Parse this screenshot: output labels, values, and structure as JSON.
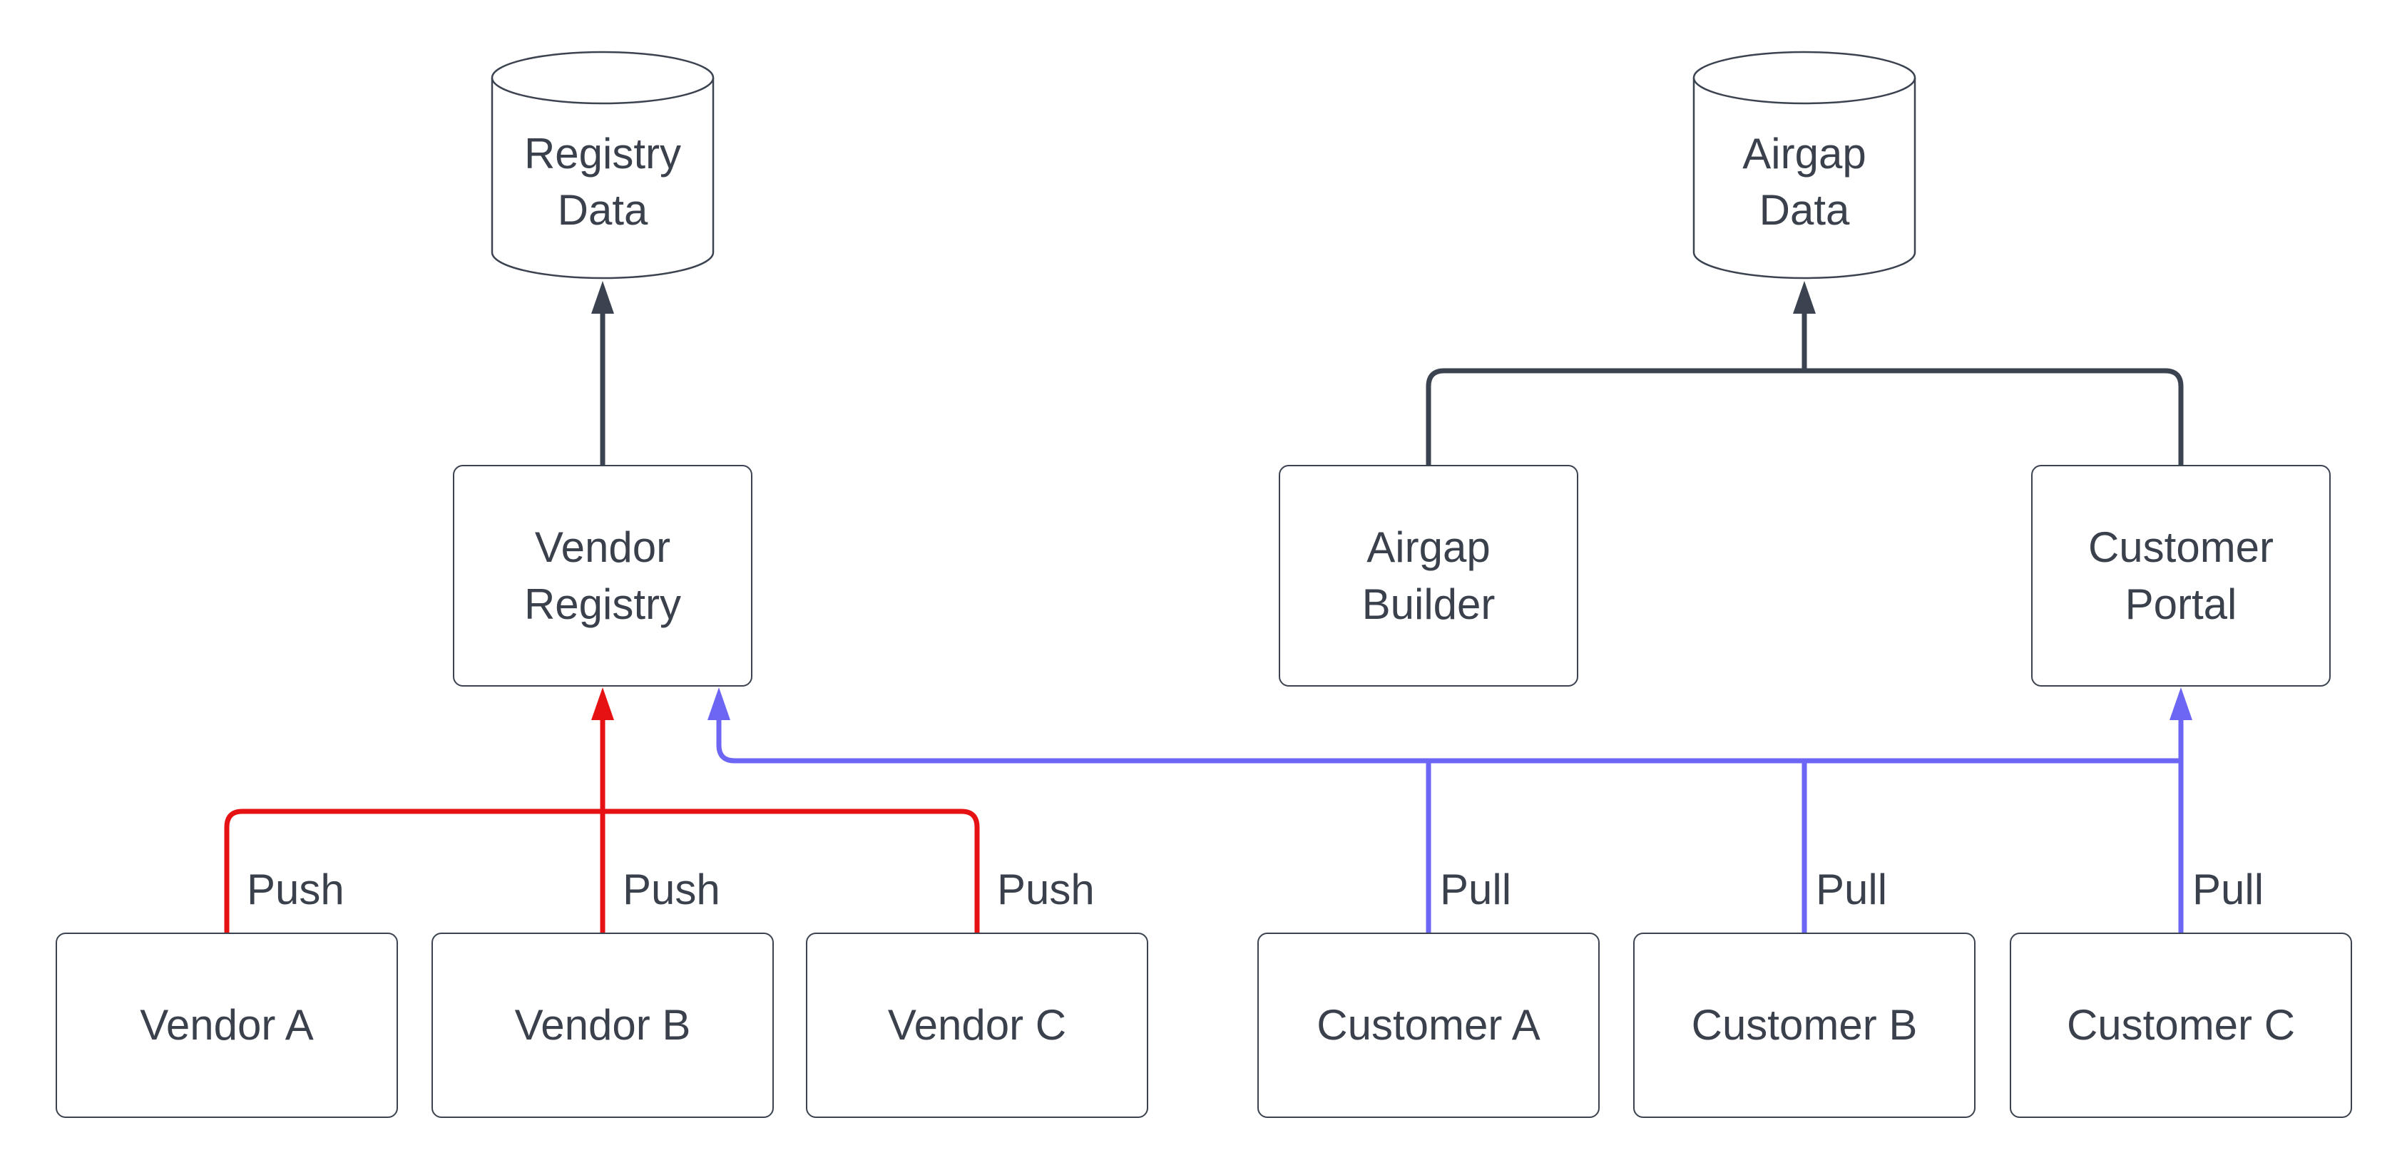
{
  "diagram": {
    "nodes": {
      "registry_data": "Registry\nData",
      "airgap_data": "Airgap\nData",
      "vendor_registry": "Vendor\nRegistry",
      "airgap_builder": "Airgap\nBuilder",
      "customer_portal": "Customer\nPortal",
      "vendor_a": "Vendor A",
      "vendor_b": "Vendor B",
      "vendor_c": "Vendor C",
      "customer_a": "Customer A",
      "customer_b": "Customer B",
      "customer_c": "Customer C"
    },
    "edge_labels": {
      "push_a": "Push",
      "push_b": "Push",
      "push_c": "Push",
      "pull_a": "Pull",
      "pull_b": "Pull",
      "pull_c": "Pull"
    },
    "colors": {
      "push_red": "#e61113",
      "pull_blue": "#6d66f5",
      "flow_dark": "#3b4351",
      "text": "#3a414c",
      "node_fill": "#ffffff"
    }
  }
}
